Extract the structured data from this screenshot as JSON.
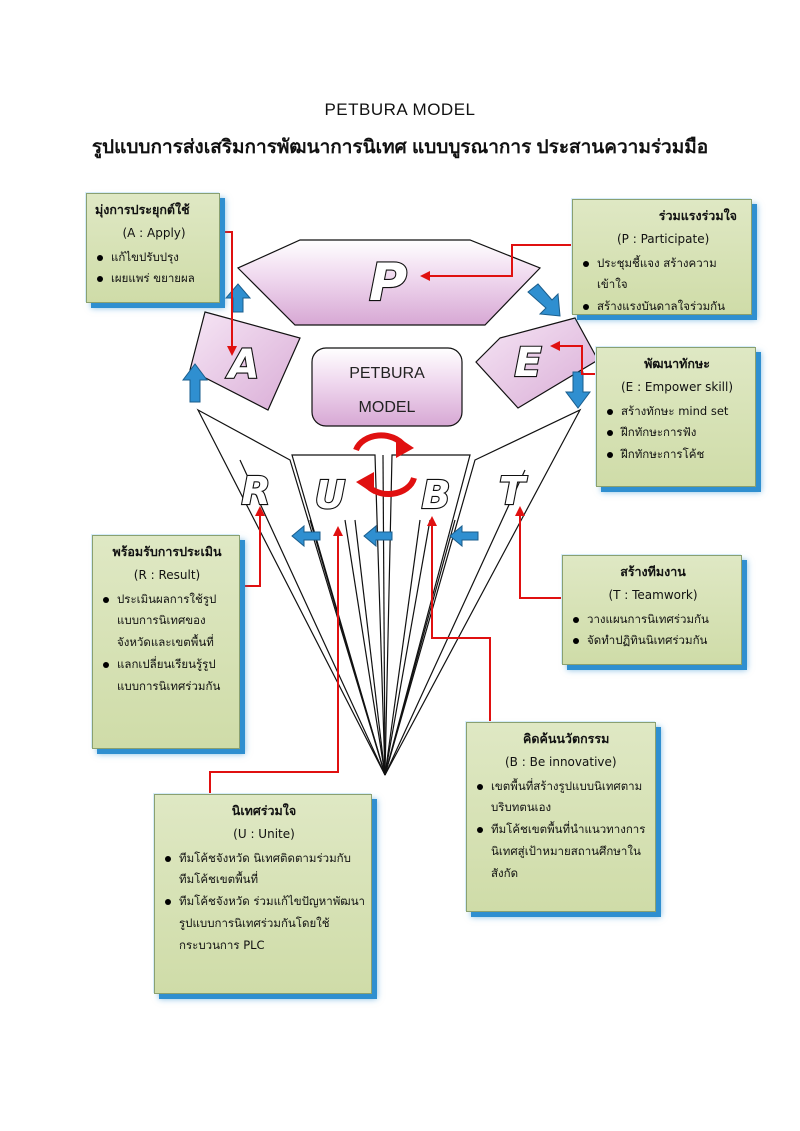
{
  "title": "PETBURA  MODEL",
  "subtitle": "รูปแบบการส่งเสริมการพัฒนาการนิเทศ แบบบูรณาการ ประสานความร่วมมือ",
  "center": {
    "line1": "PETBURA",
    "line2": "MODEL"
  },
  "letters": [
    "P",
    "E",
    "T",
    "B",
    "U",
    "R",
    "A"
  ],
  "boxes": {
    "apply": {
      "heading": "มุ่งการประยุกต์ใช้",
      "sub": "(A : Apply)",
      "items": [
        "แก้ไขปรับปรุง",
        "เผยแพร่ ขยายผล"
      ]
    },
    "participate": {
      "heading": "ร่วมแรงร่วมใจ",
      "sub": "(P : Participate)",
      "items": [
        "ประชุมชี้แจง สร้างความเข้าใจ",
        "สร้างแรงบันดาลใจร่วมกัน"
      ]
    },
    "empower": {
      "heading": "พัฒนาทักษะ",
      "sub": "(E : Empower skill)",
      "items": [
        "สร้างทักษะ mind set",
        "ฝึกทักษะการฟัง",
        "ฝึกทักษะการโค้ช"
      ]
    },
    "result": {
      "heading": "พร้อมรับการประเมิน",
      "sub": "(R : Result)",
      "items": [
        "ประเมินผลการใช้รูปแบบการนิเทศของจังหวัดและเขตพื้นที่",
        "แลกเปลี่ยนเรียนรู้รูปแบบการนิเทศร่วมกัน"
      ]
    },
    "teamwork": {
      "heading": "สร้างทีมงาน",
      "sub": "(T : Teamwork)",
      "items": [
        "วางแผนการนิเทศร่วมกัน",
        "จัดทำปฏิทินนิเทศร่วมกัน"
      ]
    },
    "innovative": {
      "heading": "คิดค้นนวัตกรรม",
      "sub": "(B : Be  innovative)",
      "items": [
        "เขตพื้นที่สร้างรูปแบบนิเทศตามบริบทตนเอง",
        "ทีมโค้ชเขตพื้นที่นำแนวทางการนิเทศสู่เป้าหมายสถานศึกษาในสังกัด"
      ]
    },
    "unite": {
      "heading": "นิเทศร่วมใจ",
      "sub": "(U : Unite)",
      "items": [
        "ทีมโค้ชจังหวัด นิเทศติดตามร่วมกับทีมโค้ชเขตพื้นที่",
        "ทีมโค้ชจังหวัด ร่วมแก้ไขปัญหาพัฒนารูปแบบการนิเทศร่วมกันโดยใช้กระบวนการ PLC"
      ]
    }
  },
  "colors": {
    "arrow_blue": "#2f8fd0",
    "connector_red": "#e01010",
    "facet_pink": "#e8c6e4",
    "box_green": "#d4e0b0"
  }
}
